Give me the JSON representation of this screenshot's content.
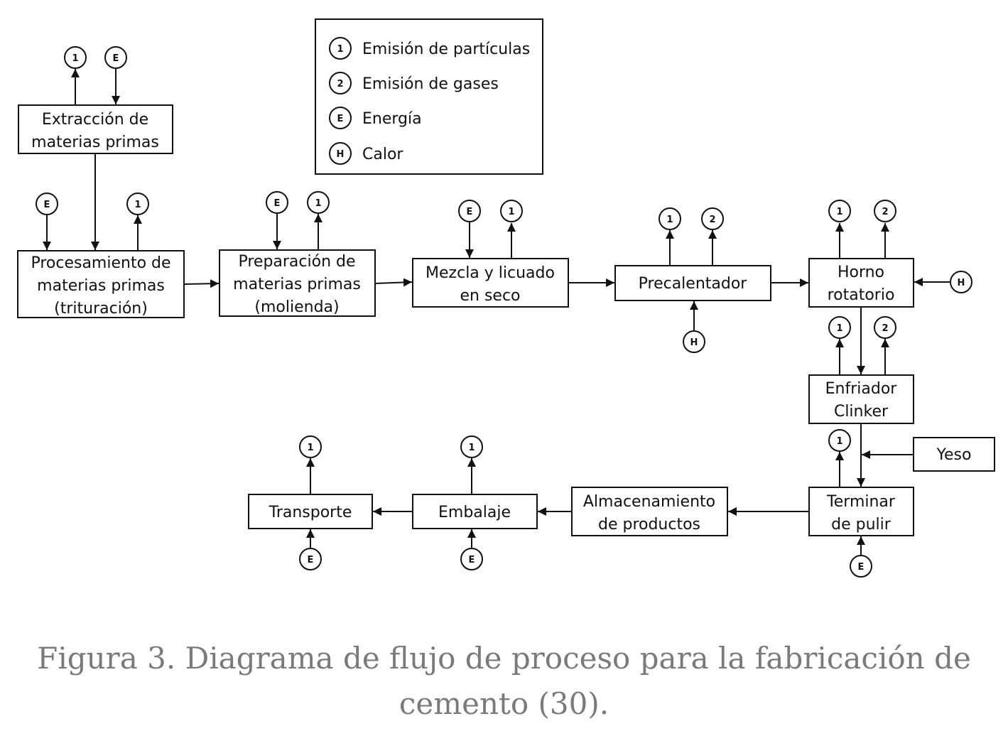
{
  "legend": [
    {
      "symbol": "1",
      "label": "Emisión de partículas"
    },
    {
      "symbol": "2",
      "label": "Emisión de gases"
    },
    {
      "symbol": "E",
      "label": "Energía"
    },
    {
      "symbol": "H",
      "label": "Calor"
    }
  ],
  "nodes": {
    "extraccion": [
      "Extracción de",
      "materias primas"
    ],
    "procesamiento": [
      "Procesamiento de",
      "materias primas",
      "(trituración)"
    ],
    "preparacion": [
      "Preparación de",
      "materias primas",
      "(molienda)"
    ],
    "mezcla": [
      "Mezcla y licuado",
      "en seco"
    ],
    "precalentador": [
      "Precalentador"
    ],
    "horno": [
      "Horno",
      "rotatorio"
    ],
    "enfriador": [
      "Enfriador",
      "Clinker"
    ],
    "yeso": [
      "Yeso"
    ],
    "terminar": [
      "Terminar",
      "de pulir"
    ],
    "almacenamiento": [
      "Almacenamiento",
      "de productos"
    ],
    "embalaje": [
      "Embalaje"
    ],
    "transporte": [
      "Transporte"
    ]
  },
  "caption": [
    "Figura 3. Diagrama de flujo de proceso para la fabricación de",
    "cemento (30)."
  ]
}
